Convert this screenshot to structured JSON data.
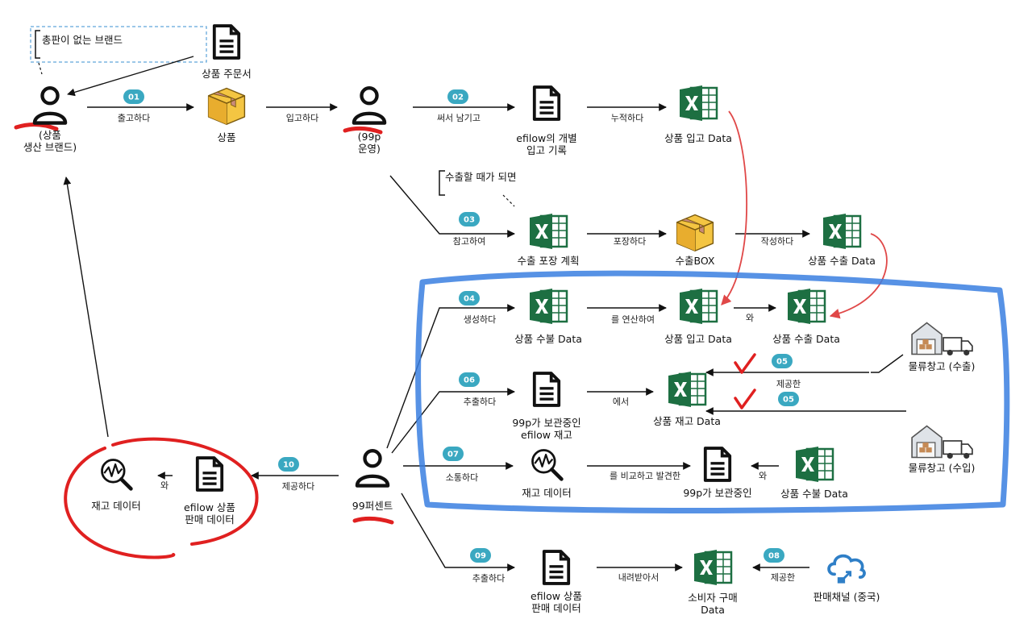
{
  "colors": {
    "excel": "#1d6f42",
    "badge": "#3aa8c1",
    "box": "#f4c542",
    "box_tape": "#d9a032",
    "blue_annot": "#3a7fe0",
    "red_annot": "#e02020",
    "cloud": "#2f7fc7"
  },
  "notes": {
    "no_distributor": "총판이 없는 브랜드",
    "when_export": "수출할 때가 되면"
  },
  "nodes": {
    "brand": {
      "icon": "person-icon",
      "line1": "(상품",
      "line2": "생산 브랜드)"
    },
    "product_order": {
      "icon": "document-icon",
      "line1": "상품 주문서"
    },
    "product": {
      "icon": "box-icon",
      "line1": "상품"
    },
    "operator": {
      "icon": "person-icon",
      "line1": "(99p",
      "line2": "운영)"
    },
    "efilow_record": {
      "icon": "document-icon",
      "line1": "efilow의 개별",
      "line2": "입고 기록"
    },
    "product_in_top": {
      "icon": "excel-icon",
      "line1": "상품 입고 Data"
    },
    "export_pack_plan": {
      "icon": "excel-icon",
      "line1": "수출 포장 계획"
    },
    "export_box": {
      "icon": "box-icon",
      "line1": "수출BOX"
    },
    "product_out_top": {
      "icon": "excel-icon",
      "line1": "상품 수출 Data"
    },
    "product_flow_1": {
      "icon": "excel-icon",
      "line1": "상품 수불 Data"
    },
    "product_in_mid": {
      "icon": "excel-icon",
      "line1": "상품 입고 Data"
    },
    "product_out_mid": {
      "icon": "excel-icon",
      "line1": "상품 수출 Data"
    },
    "warehouse_export": {
      "icon": "warehouse-icon",
      "line1": "물류창고 (수출)"
    },
    "p99_stock_doc": {
      "icon": "document-icon",
      "line1": "99p가 보관중인",
      "line2": "efilow 재고"
    },
    "product_stock": {
      "icon": "excel-icon",
      "line1": "상품 재고 Data"
    },
    "warehouse_import": {
      "icon": "warehouse-icon",
      "line1": "물류창고 (수입)"
    },
    "stock_analysis_mid": {
      "icon": "analytics-icon",
      "line1": "재고 데이터"
    },
    "p99_stock_doc2": {
      "icon": "document-icon",
      "line1": "99p가 보관중인"
    },
    "product_flow_2": {
      "icon": "excel-icon",
      "line1": "상품 수불 Data"
    },
    "center": {
      "icon": "person-icon",
      "line1": "99퍼센트"
    },
    "efilow_sales_left": {
      "icon": "document-icon",
      "line1": "efilow 상품",
      "line2": "판매 데이터"
    },
    "stock_data_left": {
      "icon": "analytics-icon",
      "line1": "재고 데이터"
    },
    "efilow_sales_bottom": {
      "icon": "document-icon",
      "line1": "efilow 상품",
      "line2": "판매 데이터"
    },
    "consumer_purchase": {
      "icon": "excel-icon",
      "line1": "소비자 구매",
      "line2": "Data"
    },
    "sales_channel": {
      "icon": "cloud-icon",
      "line1": "판매채널 (중국)"
    }
  },
  "edges": {
    "ship": {
      "badge": "01",
      "label": "출고하다"
    },
    "receive": {
      "label": "입고하다"
    },
    "write": {
      "badge": "02",
      "label": "써서 남기고"
    },
    "accumulate": {
      "label": "누적하다"
    },
    "refer": {
      "badge": "03",
      "label": "참고하여"
    },
    "pack": {
      "label": "포장하다"
    },
    "create": {
      "label": "작성하다"
    },
    "generate": {
      "badge": "04",
      "label": "생성하다"
    },
    "compute": {
      "label": "를 연산하여"
    },
    "and1": {
      "label": "와"
    },
    "provide_wh": {
      "badge": "05",
      "label": "제공한"
    },
    "provide_wh2": {
      "badge": "05"
    },
    "extract1": {
      "badge": "06",
      "label": "추출하다"
    },
    "from": {
      "label": "에서"
    },
    "communicate": {
      "badge": "07",
      "label": "소통하다"
    },
    "compare": {
      "label": "를 비교하고 발견한"
    },
    "and2": {
      "label": "와"
    },
    "provide_center": {
      "badge": "10",
      "label": "제공하다"
    },
    "and3": {
      "label": "와"
    },
    "extract2": {
      "badge": "09",
      "label": "추출하다"
    },
    "download": {
      "label": "내려받아서"
    },
    "provide_channel": {
      "badge": "08",
      "label": "제공한"
    }
  }
}
